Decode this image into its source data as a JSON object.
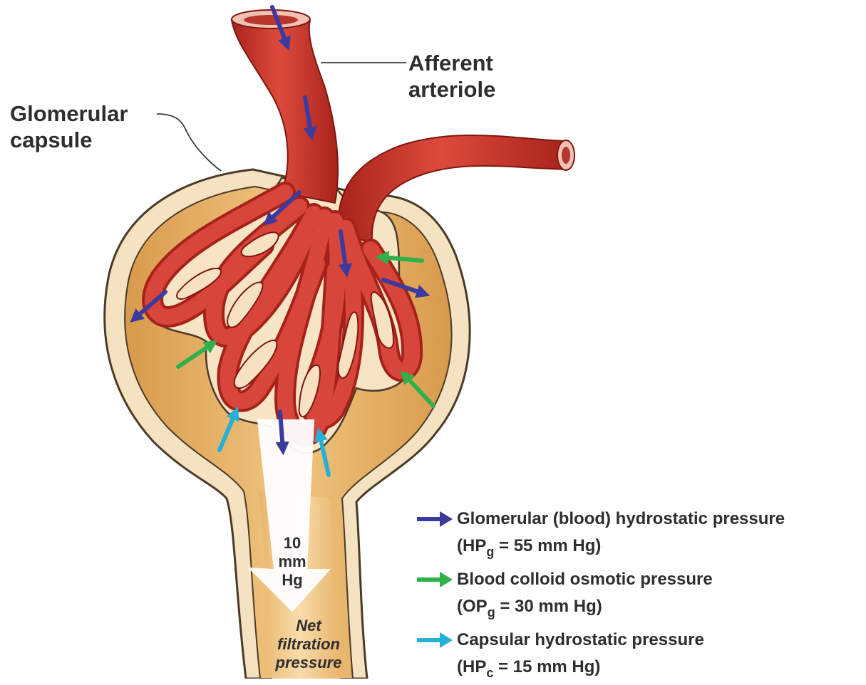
{
  "labels": {
    "afferent_line1": "Afferent",
    "afferent_line2": "arteriole",
    "capsule_line1": "Glomerular",
    "capsule_line2": "capsule"
  },
  "net_filtration": {
    "value_line1": "10",
    "value_line2": "mm",
    "value_line3": "Hg",
    "label_line1": "Net",
    "label_line2": "filtration",
    "label_line3": "pressure"
  },
  "legend": [
    {
      "name": "Glomerular (blood) hydrostatic pressure",
      "symbol": "HP",
      "subscript": "g",
      "value": "= 55 mm Hg)",
      "open": "(",
      "color": "#3b3b9e",
      "icon": "dark-blue-arrow-icon"
    },
    {
      "name": "Blood colloid osmotic pressure",
      "symbol": "OP",
      "subscript": "g",
      "value": "= 30 mm Hg)",
      "open": "(",
      "color": "#2fb04a",
      "icon": "green-arrow-icon"
    },
    {
      "name": "Capsular hydrostatic pressure",
      "symbol": "HP",
      "subscript": "c",
      "value": "= 15 mm Hg)",
      "open": "(",
      "color": "#27b0d6",
      "icon": "light-blue-arrow-icon"
    }
  ],
  "colors": {
    "vessel": "#c8322a",
    "vessel_dark": "#9e1e18",
    "capsule": "#e7b46a",
    "capsule_light": "#f6dcae",
    "capsule_outline": "#5a4630"
  }
}
